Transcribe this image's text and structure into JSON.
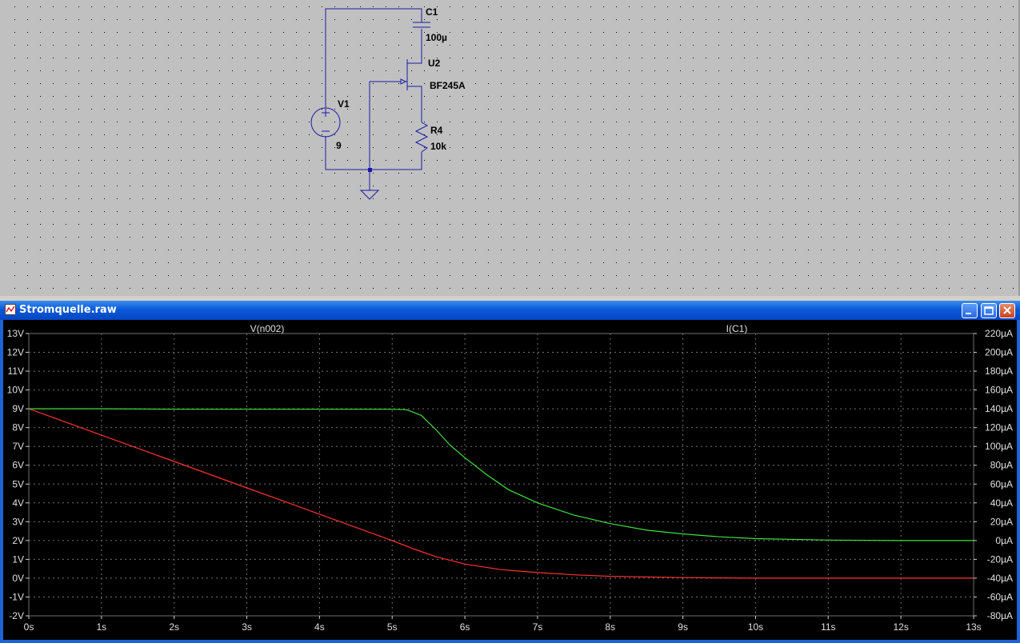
{
  "schematic": {
    "labels": {
      "c1_name": "C1",
      "c1_value": "100µ",
      "u2_name": "U2",
      "u2_value": "BF245A",
      "v1_name": "V1",
      "v1_value": "9",
      "r4_name": "R4",
      "r4_value": "10k"
    }
  },
  "window": {
    "title": "Stromquelle.raw"
  },
  "plot": {
    "left_trace_label": "V(n002)",
    "right_trace_label": "I(C1)",
    "left_trace_color": "#ff3030",
    "right_trace_color": "#40e040",
    "background_color": "#000000",
    "grid_color": "#707070",
    "left_ticks": [
      "13V",
      "12V",
      "11V",
      "10V",
      "9V",
      "8V",
      "7V",
      "6V",
      "5V",
      "4V",
      "3V",
      "2V",
      "1V",
      "0V",
      "-1V",
      "-2V"
    ],
    "right_ticks": [
      "220µA",
      "200µA",
      "180µA",
      "160µA",
      "140µA",
      "120µA",
      "100µA",
      "80µA",
      "60µA",
      "40µA",
      "20µA",
      "0µA",
      "-20µA",
      "-40µA",
      "-60µA",
      "-80µA"
    ],
    "x_ticks": [
      "0s",
      "1s",
      "2s",
      "3s",
      "4s",
      "5s",
      "6s",
      "7s",
      "8s",
      "9s",
      "10s",
      "11s",
      "12s",
      "13s"
    ]
  },
  "chart_data": {
    "type": "line",
    "xlim": [
      0,
      13
    ],
    "left_ylim": [
      -2,
      13
    ],
    "right_ylim": [
      -80,
      220
    ],
    "grid": true,
    "series": [
      {
        "name": "V(n002)",
        "axis": "left",
        "x": [
          0,
          0.5,
          1,
          1.5,
          2,
          2.5,
          3,
          3.5,
          4,
          4.5,
          5,
          5.3,
          5.6,
          6,
          6.5,
          7,
          7.5,
          8,
          9,
          10,
          11,
          12,
          13
        ],
        "y": [
          9,
          8.3,
          7.6,
          6.9,
          6.2,
          5.5,
          4.8,
          4.1,
          3.4,
          2.7,
          2.0,
          1.55,
          1.15,
          0.75,
          0.45,
          0.3,
          0.18,
          0.1,
          0.03,
          0.0,
          0.0,
          0.0,
          0.0
        ]
      },
      {
        "name": "I(C1)",
        "axis": "right",
        "x": [
          0,
          1,
          2,
          3,
          4,
          5,
          5.2,
          5.4,
          5.6,
          5.8,
          6,
          6.3,
          6.6,
          7,
          7.5,
          8,
          8.5,
          9,
          9.5,
          10,
          11,
          12,
          13
        ],
        "y": [
          140,
          140,
          139.5,
          139.5,
          139.5,
          139.5,
          139,
          133,
          118,
          101,
          88,
          70,
          54,
          40,
          27,
          18,
          11,
          7,
          4,
          2,
          0.5,
          0,
          0
        ]
      }
    ]
  }
}
